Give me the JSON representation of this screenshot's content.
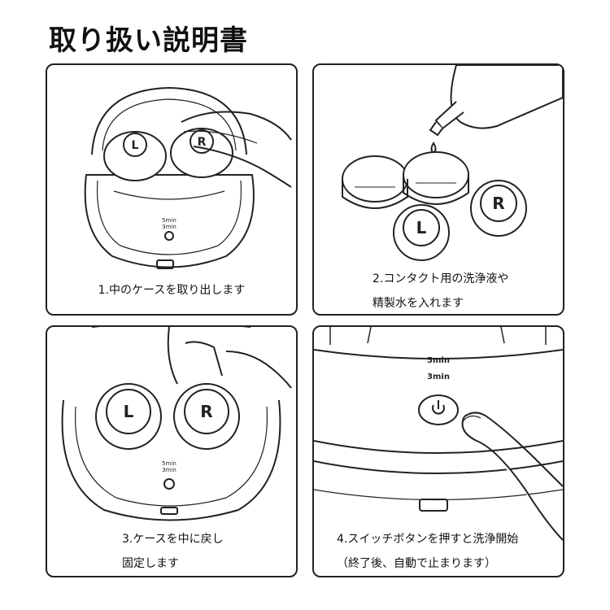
{
  "title": "取り扱い説明書",
  "steps": [
    {
      "step": "1",
      "caption_lines": [
        "1.中のケースを取り出します"
      ],
      "lids": {
        "left": "L",
        "right": "R"
      },
      "timer_labels": [
        "5min",
        "3min"
      ]
    },
    {
      "step": "2",
      "caption_lines": [
        "2.コンタクト用の洗浄液や",
        "精製水を入れます"
      ],
      "lids": {
        "left": "L",
        "right": "R"
      }
    },
    {
      "step": "3",
      "caption_lines": [
        "3.ケースを中に戻し",
        "固定します"
      ],
      "lids": {
        "left": "L",
        "right": "R"
      },
      "timer_labels": [
        "5min",
        "3min"
      ]
    },
    {
      "step": "4",
      "caption_lines": [
        "4.スイッチボタンを押すと洗浄開始",
        "（終了後、自動で止まります）"
      ],
      "timer_labels": [
        "5min",
        "3min"
      ]
    }
  ],
  "colors": {
    "line": "#222222",
    "fill": "#ffffff",
    "shade": "#e6e6e6"
  }
}
